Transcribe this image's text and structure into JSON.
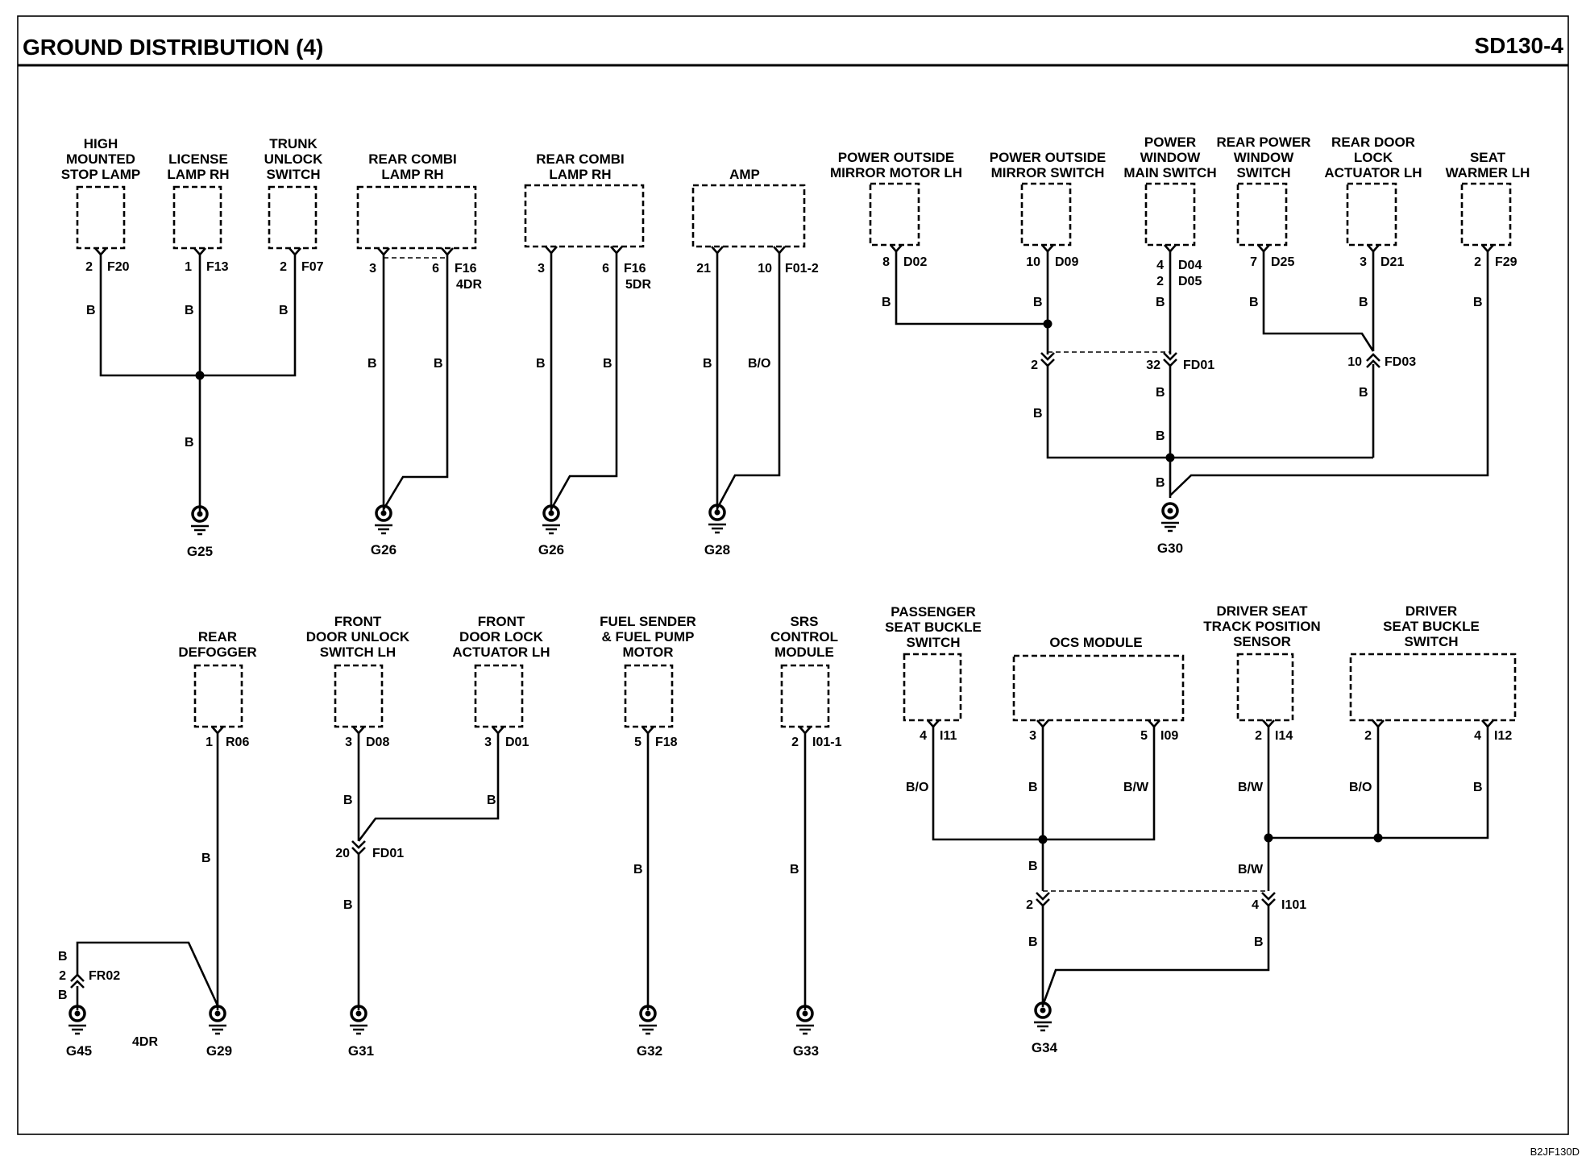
{
  "header": {
    "title": "GROUND DISTRIBUTION (4)",
    "page_code": "SD130-4"
  },
  "footer": {
    "drawing_code": "B2JF130D"
  },
  "components": {
    "high_mounted_stop_lamp": [
      "HIGH",
      "MOUNTED",
      "STOP LAMP"
    ],
    "license_lamp_rh": [
      "LICENSE",
      "LAMP RH"
    ],
    "trunk_unlock_switch": [
      "TRUNK",
      "UNLOCK",
      "SWITCH"
    ],
    "rear_combi_lamp_rh_4dr": [
      "REAR COMBI",
      "LAMP RH"
    ],
    "rear_combi_lamp_rh_5dr": [
      "REAR COMBI",
      "LAMP RH"
    ],
    "amp": [
      "AMP"
    ],
    "power_outside_mirror_motor_lh": [
      "POWER OUTSIDE",
      "MIRROR MOTOR LH"
    ],
    "power_outside_mirror_switch": [
      "POWER OUTSIDE",
      "MIRROR SWITCH"
    ],
    "power_window_main_switch": [
      "POWER",
      "WINDOW",
      "MAIN SWITCH"
    ],
    "rear_power_window_switch": [
      "REAR POWER",
      "WINDOW",
      "SWITCH"
    ],
    "rear_door_lock_actuator_lh": [
      "REAR DOOR",
      "LOCK",
      "ACTUATOR LH"
    ],
    "seat_warmer_lh": [
      "SEAT",
      "WARMER LH"
    ],
    "rear_defogger": [
      "REAR",
      "DEFOGGER"
    ],
    "front_door_unlock_switch_lh": [
      "FRONT",
      "DOOR UNLOCK",
      "SWITCH LH"
    ],
    "front_door_lock_actuator_lh": [
      "FRONT",
      "DOOR LOCK",
      "ACTUATOR LH"
    ],
    "fuel_sender_pump_motor": [
      "FUEL SENDER",
      "& FUEL PUMP",
      "MOTOR"
    ],
    "srs_control_module": [
      "SRS",
      "CONTROL",
      "MODULE"
    ],
    "passenger_seat_buckle_switch": [
      "PASSENGER",
      "SEAT BUCKLE",
      "SWITCH"
    ],
    "ocs_module": [
      "OCS MODULE"
    ],
    "driver_seat_track_position_sensor": [
      "DRIVER SEAT",
      "TRACK POSITION",
      "SENSOR"
    ],
    "driver_seat_buckle_switch": [
      "DRIVER",
      "SEAT BUCKLE",
      "SWITCH"
    ]
  },
  "pins": {
    "p_f20": "2",
    "p_f13": "1",
    "p_f07": "2",
    "p_f16a_3": "3",
    "p_f16a_6": "6",
    "p_f16b_3": "3",
    "p_f16b_6": "6",
    "p_amp_21": "21",
    "p_amp_10": "10",
    "p_d02": "8",
    "p_d09": "10",
    "p_d04": "4",
    "p_d05": "2",
    "p_d25": "7",
    "p_d21": "3",
    "p_f29": "2",
    "p_fd01a_2": "2",
    "p_fd01a_32": "32",
    "p_fd03": "10",
    "p_r06": "1",
    "p_d08": "3",
    "p_d01": "3",
    "p_f18": "5",
    "p_i01": "2",
    "p_fd01b": "20",
    "p_fr02": "2",
    "p_i11": "4",
    "p_i09_3": "3",
    "p_i09_5": "5",
    "p_i14": "2",
    "p_i12_2": "2",
    "p_i12_4": "4",
    "p_i101_2": "2",
    "p_i101_4": "4"
  },
  "connectors": {
    "c_f20": "F20",
    "c_f13": "F13",
    "c_f07": "F07",
    "c_f16a": "F16",
    "c_f16a_var": "4DR",
    "c_f16b": "F16",
    "c_f16b_var": "5DR",
    "c_f012": "F01-2",
    "c_d02": "D02",
    "c_d09": "D09",
    "c_d04": "D04",
    "c_d05": "D05",
    "c_d25": "D25",
    "c_d21": "D21",
    "c_f29": "F29",
    "c_fd01a": "FD01",
    "c_fd03": "FD03",
    "c_r06": "R06",
    "c_d08": "D08",
    "c_d01": "D01",
    "c_f18": "F18",
    "c_i011": "I01-1",
    "c_fd01b": "FD01",
    "c_fr02": "FR02",
    "c_i11": "I11",
    "c_i09": "I09",
    "c_i14": "I14",
    "c_i12": "I12",
    "c_i101": "I101",
    "note_4dr": "4DR"
  },
  "wires": {
    "w1": "B",
    "w2": "B",
    "w3": "B",
    "w4": "B",
    "w5": "B",
    "w6": "B",
    "w7": "B",
    "w8": "B",
    "w9": "B",
    "w10": "B/O",
    "w11": "B",
    "w12": "B",
    "w13": "B",
    "w14": "B",
    "w15": "B",
    "w16": "B",
    "w17": "B",
    "w18": "B",
    "w19": "B",
    "w20": "B",
    "w21": "B",
    "w22": "B",
    "w23": "B",
    "w24": "B",
    "w25": "B",
    "w26": "B",
    "w27": "B",
    "w28": "B",
    "w29": "B",
    "w30": "B",
    "w31": "B",
    "w32": "B/O",
    "w33": "B",
    "w34": "B/W",
    "w35": "B/W",
    "w36": "B/O",
    "w37": "B",
    "w38": "B",
    "w39": "B/W",
    "w40": "B",
    "w41": "B"
  },
  "grounds": {
    "g25": "G25",
    "g26a": "G26",
    "g26b": "G26",
    "g28": "G28",
    "g30": "G30",
    "g45": "G45",
    "g29": "G29",
    "g31": "G31",
    "g32": "G32",
    "g33": "G33",
    "g34": "G34"
  }
}
